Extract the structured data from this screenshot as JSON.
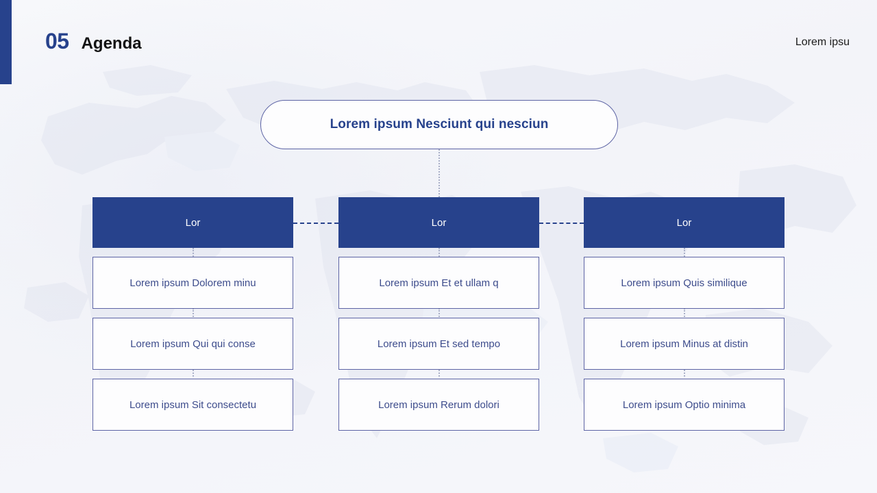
{
  "header": {
    "number": "05",
    "title": "Agenda",
    "right_text": "Lorem ipsu",
    "accent_color": "#27428c"
  },
  "root": {
    "label": "Lorem ipsum Nesciunt qui nesciun"
  },
  "columns": [
    {
      "head": "Lor",
      "cells": [
        "Lorem ipsum Dolorem minu",
        "Lorem ipsum Qui qui conse",
        "Lorem ipsum Sit consectetu"
      ]
    },
    {
      "head": "Lor",
      "cells": [
        "Lorem ipsum Et et ullam q",
        "Lorem ipsum Et sed tempo",
        "Lorem ipsum Rerum dolori"
      ]
    },
    {
      "head": "Lor",
      "cells": [
        "Lorem ipsum Quis similique",
        "Lorem ipsum Minus at distin",
        "Lorem ipsum Optio minima"
      ]
    }
  ],
  "colors": {
    "brand_blue": "#27428c",
    "text_blue": "#3d4c8c",
    "border_blue": "#5c63a4",
    "background": "#f5f6fa",
    "connector_gray": "#aab0c8"
  }
}
